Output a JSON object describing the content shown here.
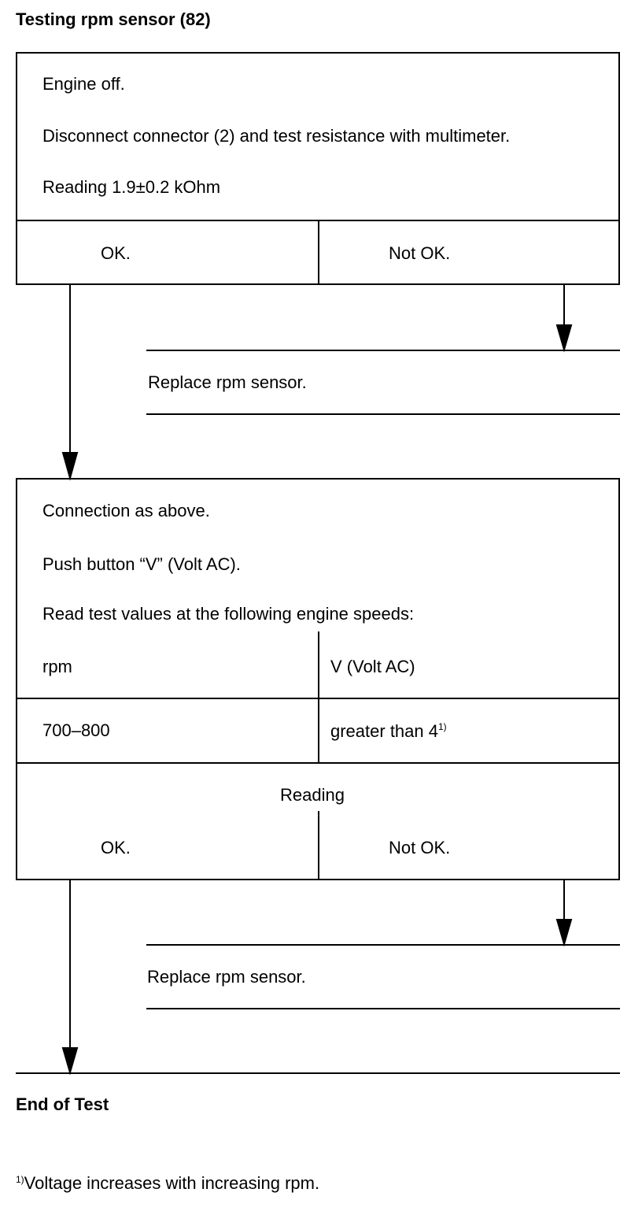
{
  "title": "Testing rpm sensor (82)",
  "step1": {
    "lines": [
      "Engine off.",
      "Disconnect connector (2) and test resistance with multimeter.",
      "Reading 1.9±0.2 kOhm"
    ],
    "ok": "OK.",
    "not_ok": "Not OK."
  },
  "action1": "Replace rpm sensor.",
  "step2": {
    "lines": [
      "Connection as above.",
      "Push button “V” (Volt AC).",
      "Read test values at the following engine speeds:"
    ],
    "table": {
      "headers": [
        "rpm",
        "V (Volt AC)"
      ],
      "row": [
        "700–800",
        "greater than 4"
      ],
      "row_footnote_mark": "1)"
    },
    "reading": "Reading",
    "ok": "OK.",
    "not_ok": "Not OK."
  },
  "action2": "Replace rpm sensor.",
  "end": "End of Test",
  "footnote": {
    "mark": "1)",
    "text": "Voltage increases with increasing rpm."
  }
}
